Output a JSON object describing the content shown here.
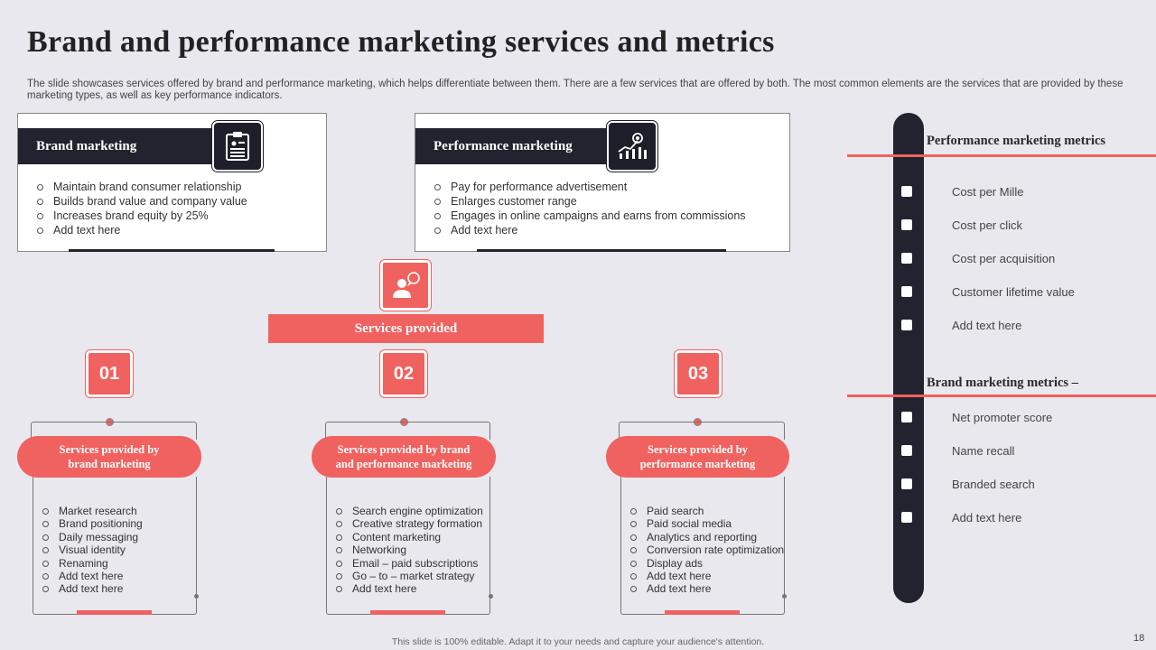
{
  "title": "Brand and performance marketing services and metrics",
  "subtitle": "The slide showcases services offered by brand and performance marketing, which helps differentiate between them. There are a few services that are offered by both. The most common elements are the services that are provided by these marketing types, as well as key performance indicators.",
  "brand_card": {
    "heading": "Brand marketing",
    "icon": "clipboard-document-icon",
    "items": [
      "Maintain brand consumer relationship",
      "Builds brand value  and company value",
      "Increases brand equity by 25%",
      "Add text here"
    ]
  },
  "performance_card": {
    "heading": "Performance  marketing",
    "icon": "target-growth-chart-icon",
    "items": [
      "Pay for performance  advertisement",
      "Enlarges customer range",
      "Engages in online campaigns and earns from commissions",
      "Add text here"
    ]
  },
  "services": {
    "heading": "Services provided",
    "icon": "person-speech-icon",
    "columns": [
      {
        "number": "01",
        "title_line1": "Services provided  by",
        "title_line2": "brand  marketing",
        "items": [
          "Market research",
          "Brand positioning",
          "Daily messaging",
          "Visual identity",
          "Renaming",
          "Add text here",
          "Add text here"
        ]
      },
      {
        "number": "02",
        "title_line1": "Services provided  by brand",
        "title_line2": "and performance  marketing",
        "items": [
          "Search engine optimization",
          "Creative strategy formation",
          "Content marketing",
          "Networking",
          "Email – paid subscriptions",
          "Go – to – market strategy",
          "Add text here"
        ]
      },
      {
        "number": "03",
        "title_line1": "Services provided  by",
        "title_line2": "performance  marketing",
        "items": [
          "Paid search",
          "Paid social media",
          "Analytics and reporting",
          "Conversion rate optimization",
          "Display ads",
          "Add text here",
          "Add text here"
        ]
      }
    ]
  },
  "metrics": {
    "performance_heading": "Performance  marketing  metrics",
    "performance_items": [
      "Cost per Mille",
      "Cost per click",
      "Cost per acquisition",
      "Customer lifetime value",
      "Add text here"
    ],
    "brand_heading": "Brand marketing  metrics –",
    "brand_items": [
      "Net promoter score",
      "Name recall",
      "Branded search",
      "Add text here"
    ]
  },
  "footer": "This slide is 100% editable.  Adapt it to your needs and capture your audience's attention.",
  "page_number": "18",
  "colors": {
    "accent": "#f0625f",
    "dark": "#23232f",
    "background": "#e8e8ee"
  }
}
